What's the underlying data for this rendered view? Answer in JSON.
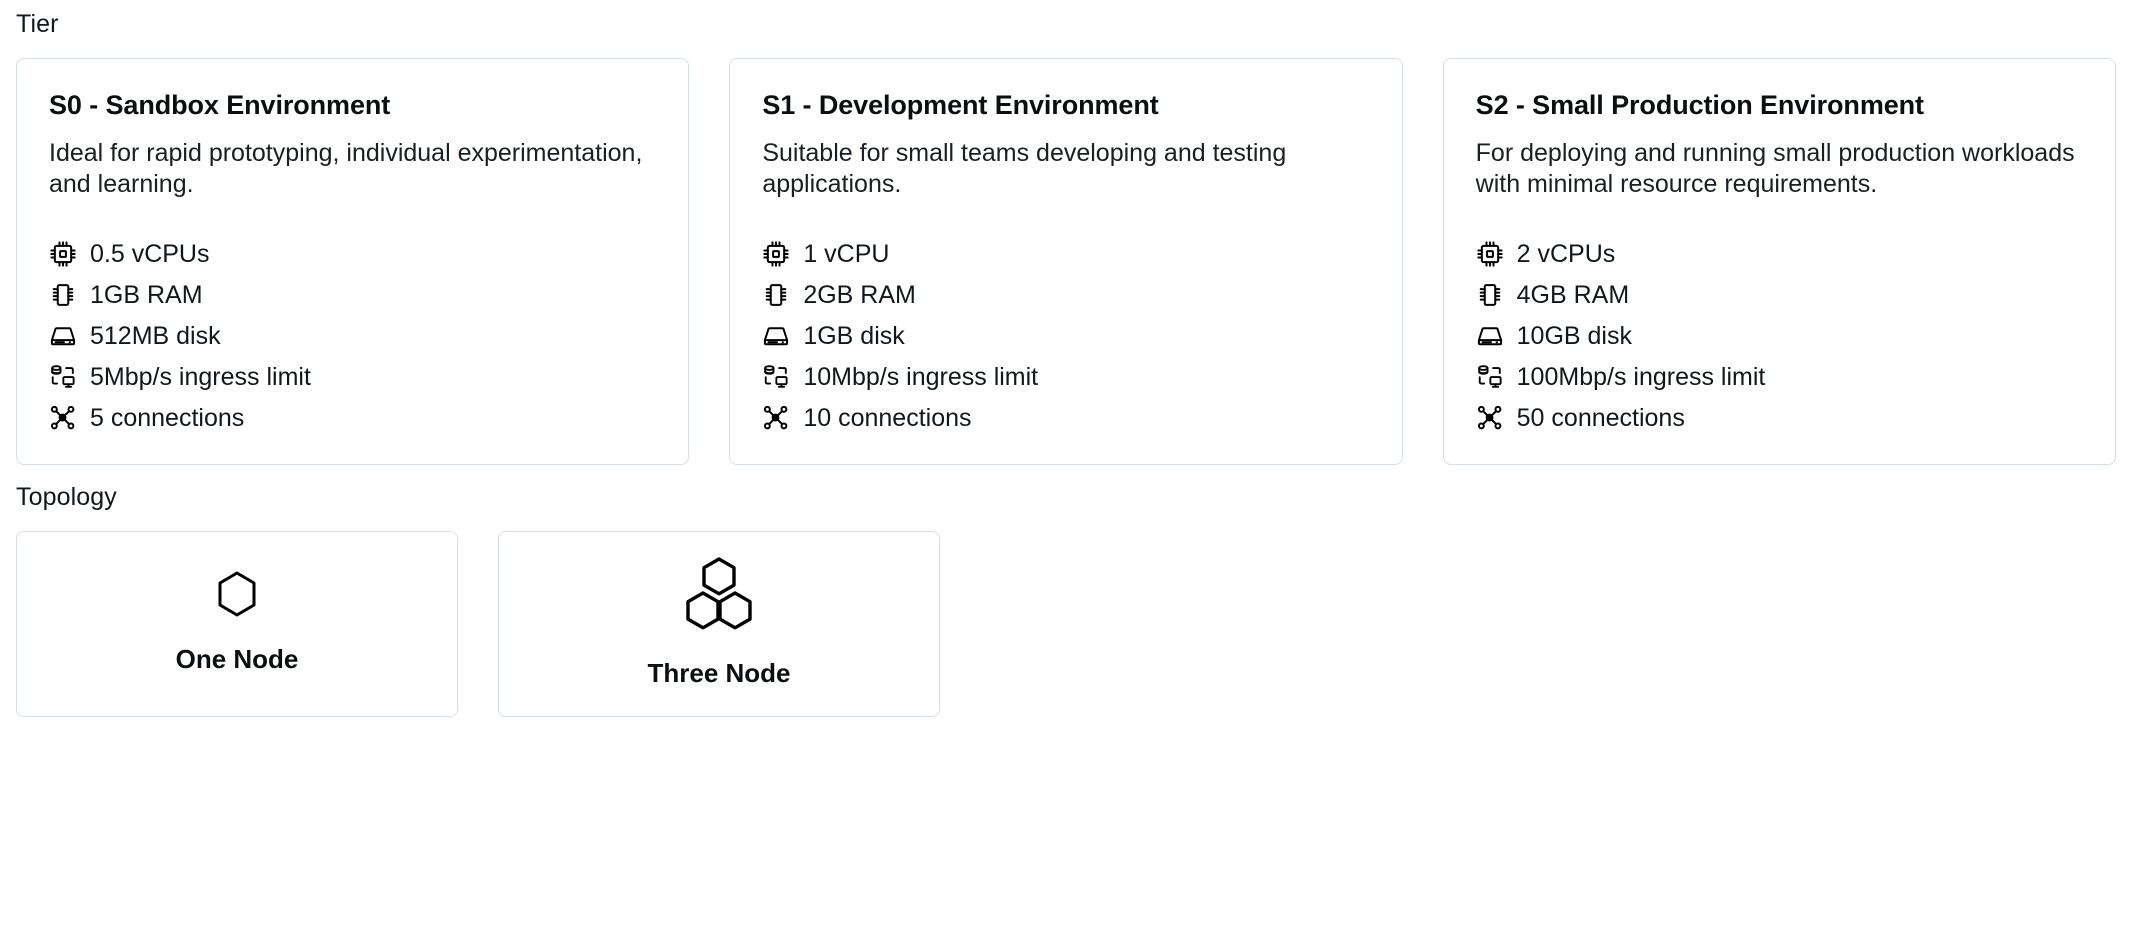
{
  "tier": {
    "label": "Tier",
    "cards": [
      {
        "title": "S0 - Sandbox Environment",
        "description": "Ideal for rapid prototyping, individual experimentation, and learning.",
        "specs": [
          {
            "icon": "cpu-icon",
            "text": "0.5 vCPUs"
          },
          {
            "icon": "memory-icon",
            "text": "1GB RAM"
          },
          {
            "icon": "disk-icon",
            "text": "512MB disk"
          },
          {
            "icon": "network-ingress-icon",
            "text": "5Mbp/s ingress limit"
          },
          {
            "icon": "connections-icon",
            "text": "5 connections"
          }
        ]
      },
      {
        "title": "S1 - Development Environment",
        "description": "Suitable for small teams developing and testing applications.",
        "specs": [
          {
            "icon": "cpu-icon",
            "text": "1 vCPU"
          },
          {
            "icon": "memory-icon",
            "text": "2GB RAM"
          },
          {
            "icon": "disk-icon",
            "text": "1GB disk"
          },
          {
            "icon": "network-ingress-icon",
            "text": "10Mbp/s ingress limit"
          },
          {
            "icon": "connections-icon",
            "text": "10 connections"
          }
        ]
      },
      {
        "title": "S2 - Small Production Environment",
        "description": "For deploying and running small production workloads with minimal resource requirements.",
        "specs": [
          {
            "icon": "cpu-icon",
            "text": "2 vCPUs"
          },
          {
            "icon": "memory-icon",
            "text": "4GB RAM"
          },
          {
            "icon": "disk-icon",
            "text": "10GB disk"
          },
          {
            "icon": "network-ingress-icon",
            "text": "100Mbp/s ingress limit"
          },
          {
            "icon": "connections-icon",
            "text": "50 connections"
          }
        ]
      }
    ]
  },
  "topology": {
    "label": "Topology",
    "options": [
      {
        "label": "One Node",
        "icon": "single-hexagon-icon"
      },
      {
        "label": "Three Node",
        "icon": "triple-hexagon-icon"
      }
    ]
  },
  "colors": {
    "card_border": "#d6dfe4",
    "text": "#11181c",
    "heading": "#0b0f12",
    "background": "#ffffff"
  }
}
